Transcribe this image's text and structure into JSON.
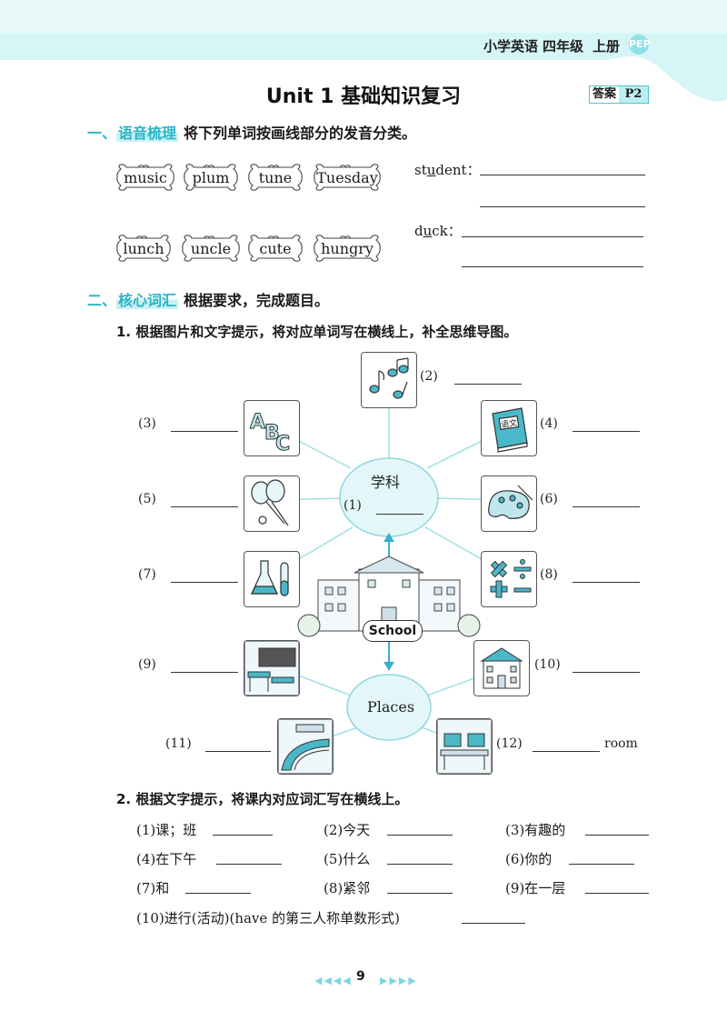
{
  "header": {
    "subject": "小学英语",
    "grade": "四年级",
    "volume": "上册",
    "badge": "PEP"
  },
  "title": "Unit 1 基础知识复习",
  "answer": {
    "label": "答案",
    "page": "P2"
  },
  "section1": {
    "num": "一、",
    "label": "语音梳理",
    "instruction": "将下列单词按画线部分的发音分类。",
    "words": [
      "music",
      "plum",
      "tune",
      "Tuesday",
      "lunch",
      "uncle",
      "cute",
      "hungry"
    ],
    "targets": [
      {
        "pre": "st",
        "u": "u",
        "post": "dent：",
        "full": "student"
      },
      {
        "pre": "d",
        "u": "u",
        "post": "ck：",
        "full": "duck"
      }
    ]
  },
  "section2": {
    "num": "二、",
    "label": "核心词汇",
    "instruction": "根据要求，完成题目。",
    "q1": "1. 根据图片和文字提示，将对应单词写在横线上，补全思维导图。",
    "q2": "2. 根据文字提示，将课内对应词汇写在横线上。"
  },
  "mindmap": {
    "center_top": "学科",
    "center_school": "School",
    "center_bottom": "Places",
    "labels": [
      "(1)",
      "(2)",
      "(3)",
      "(4)",
      "(5)",
      "(6)",
      "(7)",
      "(8)",
      "(9)",
      "(10)",
      "(11)",
      "(12)"
    ],
    "room_suffix": "room",
    "icons": [
      "music-icon",
      "abc-letters-icon",
      "chinese-book-icon",
      "badminton-icon",
      "paint-palette-icon",
      "science-flask-icon",
      "math-symbols-icon",
      "classroom-icon",
      "library-building-icon",
      "playground-icon",
      "computer-room-icon"
    ]
  },
  "part2_items": [
    "(1)课；班",
    "(2)今天",
    "(3)有趣的",
    "(4)在下午",
    "(5)什么",
    "(6)你的",
    "(7)和",
    "(8)紧邻",
    "(9)在一层",
    "(10)进行(活动)(have 的第三人称单数形式)"
  ],
  "footer": {
    "page": "9",
    "left_arrows": "◀◀◀◀",
    "right_arrows": "▶▶▶▶"
  },
  "colors": {
    "accent": "#27b3c6",
    "light_accent": "#c9f1f4",
    "wave": "#d6f5f7"
  }
}
